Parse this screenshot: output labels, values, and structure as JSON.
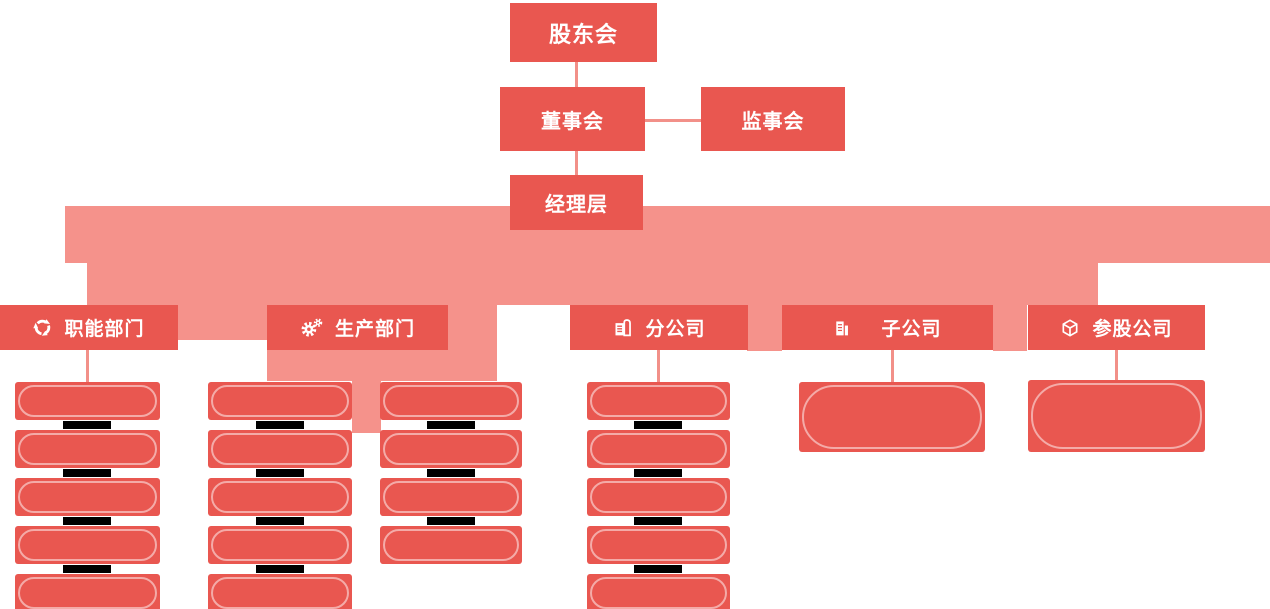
{
  "colors": {
    "node_red": "#e95750",
    "band_pink": "#f5928b",
    "connector_pink": "#f29089",
    "pill_outline_white": "rgba(255,255,255,0.5)",
    "junction_bar_black": "#000000",
    "text_white": "#ffffff",
    "background": "#ffffff"
  },
  "governance": {
    "shareholders_label": "股东会",
    "board_label": "董事会",
    "supervisory_label": "监事会",
    "management_label": "经理层"
  },
  "departments": [
    {
      "label": "职能部门",
      "icon": "cycle-icon",
      "placeholder_children": 5
    },
    {
      "label": "生产部门",
      "icon": "gears-icon",
      "placeholder_children": 9
    },
    {
      "label": "分公司",
      "icon": "branch-building-icon",
      "placeholder_children": 5
    },
    {
      "label": "子公司",
      "icon": "subsidiary-building-icon",
      "placeholder_children": 1
    },
    {
      "label": "参股公司",
      "icon": "cube-icon",
      "placeholder_children": 1
    }
  ]
}
